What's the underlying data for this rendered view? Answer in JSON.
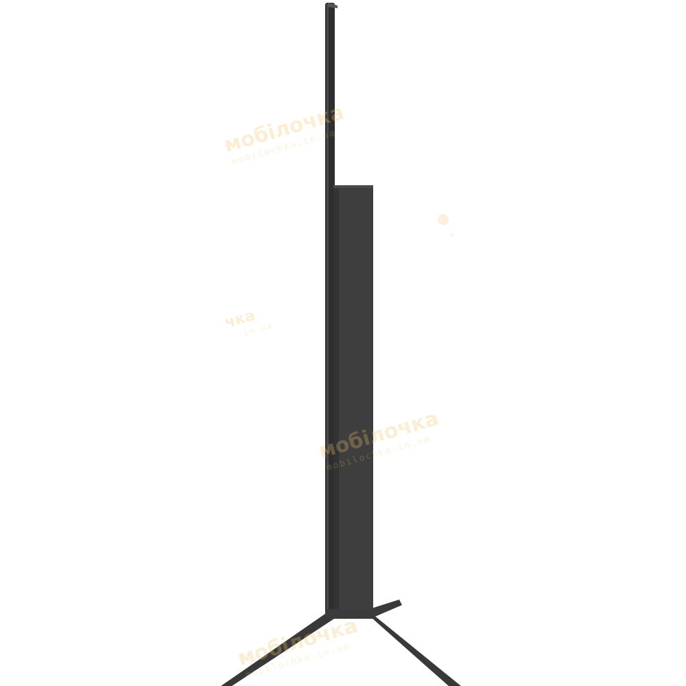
{
  "watermark": {
    "brand": "мобілочка",
    "domain": "mobilochka.in.ua",
    "color": "#f2c46a"
  },
  "product": {
    "subject": "tv-side-view",
    "panel_color": "#353535",
    "body_color": "#3e3e3e",
    "stand_color": "#3a3a3a"
  }
}
